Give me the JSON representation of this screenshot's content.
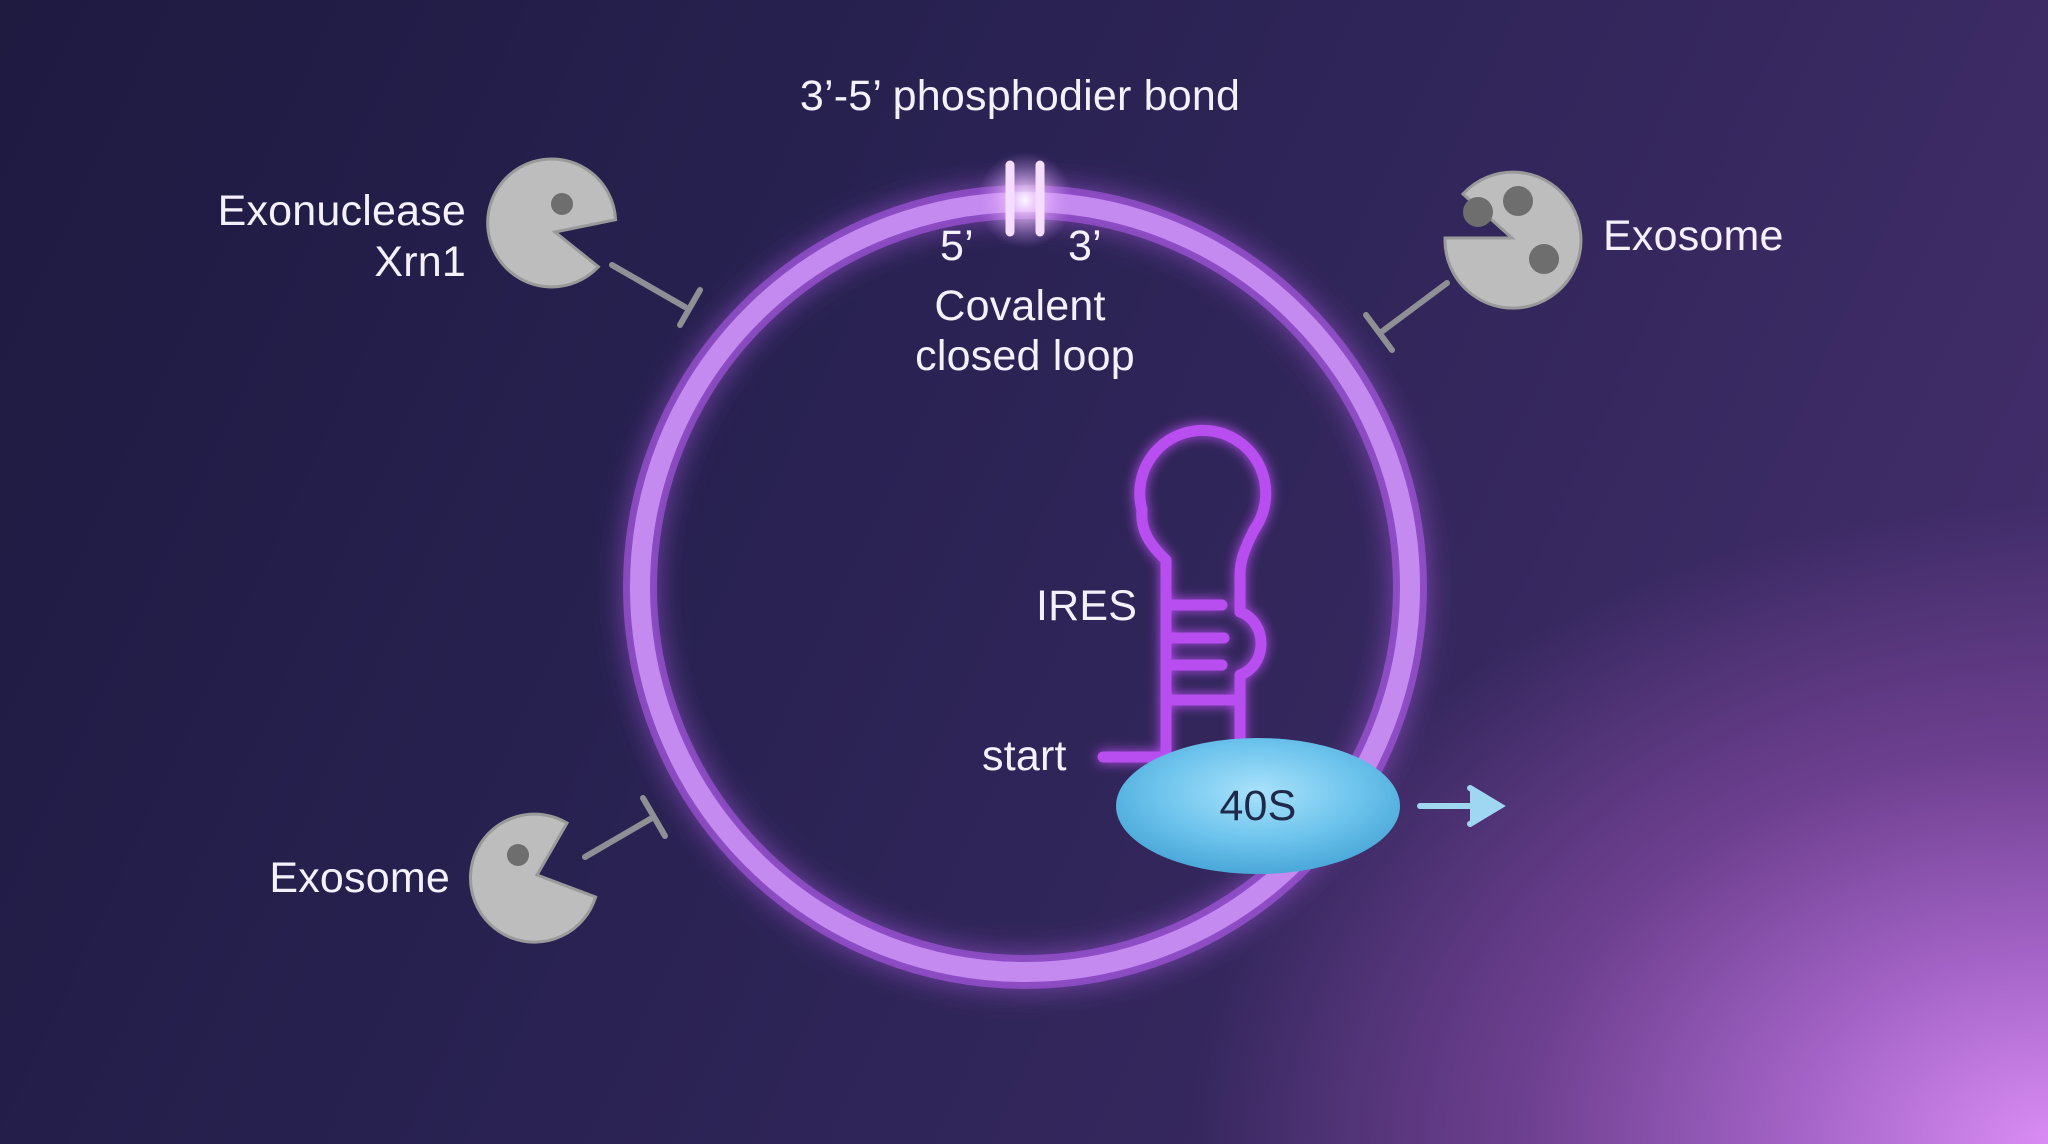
{
  "labels": {
    "bond": "3’-5’ phosphodier bond",
    "five_prime": "5’",
    "three_prime": "3’",
    "loop_line1": "Covalent",
    "loop_line2": "closed loop",
    "xrn1_line1": "Exonuclease",
    "xrn1_line2": "Xrn1",
    "exosome_right": "Exosome",
    "exosome_left": "Exosome",
    "ires": "IRES",
    "start": "start",
    "ribosome": "40S"
  },
  "colors": {
    "ring": "#c58af0",
    "ring_glow": "#b45cf0",
    "hairpin": "#b84ef0",
    "enzyme": "#bdbdbd",
    "enzyme_spot": "#6e6e6e",
    "inhibitor": "#8f8f96",
    "ribosome": "#6cc3ec",
    "arrow": "#9fd6f2"
  },
  "icons": {
    "xrn1": "pacman-enzyme-icon",
    "exosome_right": "pacman-enzyme-three-spots-icon",
    "exosome_left": "pacman-enzyme-icon"
  }
}
